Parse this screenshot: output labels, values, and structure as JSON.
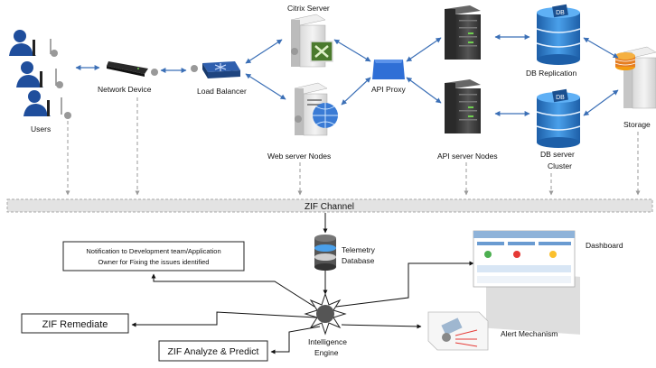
{
  "nodes": {
    "users": "Users",
    "network_device": "Network Device",
    "load_balancer": "Load Balancer",
    "citrix_server": "Citrix Server",
    "web_server_nodes": "Web server Nodes",
    "api_proxy": "API Proxy",
    "api_server_nodes": "API server Nodes",
    "db_replication": "DB Replication",
    "db_server_cluster_line1": "DB server",
    "db_server_cluster_line2": "Cluster",
    "storage": "Storage",
    "db_badge": "DB"
  },
  "channel": {
    "label": "ZIF Channel"
  },
  "lower": {
    "telemetry_line1": "Telemetry",
    "telemetry_line2": "Database",
    "dashboard": "Dashboard",
    "notification_line1": "Notification to Development team/Application",
    "notification_line2": "Owner for Fixing the issues identified",
    "remediate": "ZIF Remediate",
    "analyze": "ZIF Analyze & Predict",
    "engine_line1": "Intelligence",
    "engine_line2": "Engine",
    "alert": "Alert Mechanism"
  },
  "colors": {
    "user_blue": "#1f4e9c",
    "arrow_blue": "#3b6fb6",
    "proxy_blue": "#2f6fd6",
    "db_blue": "#2a7fd0",
    "server_dark": "#3a3a3a",
    "server_led": "#6fcf4f"
  }
}
